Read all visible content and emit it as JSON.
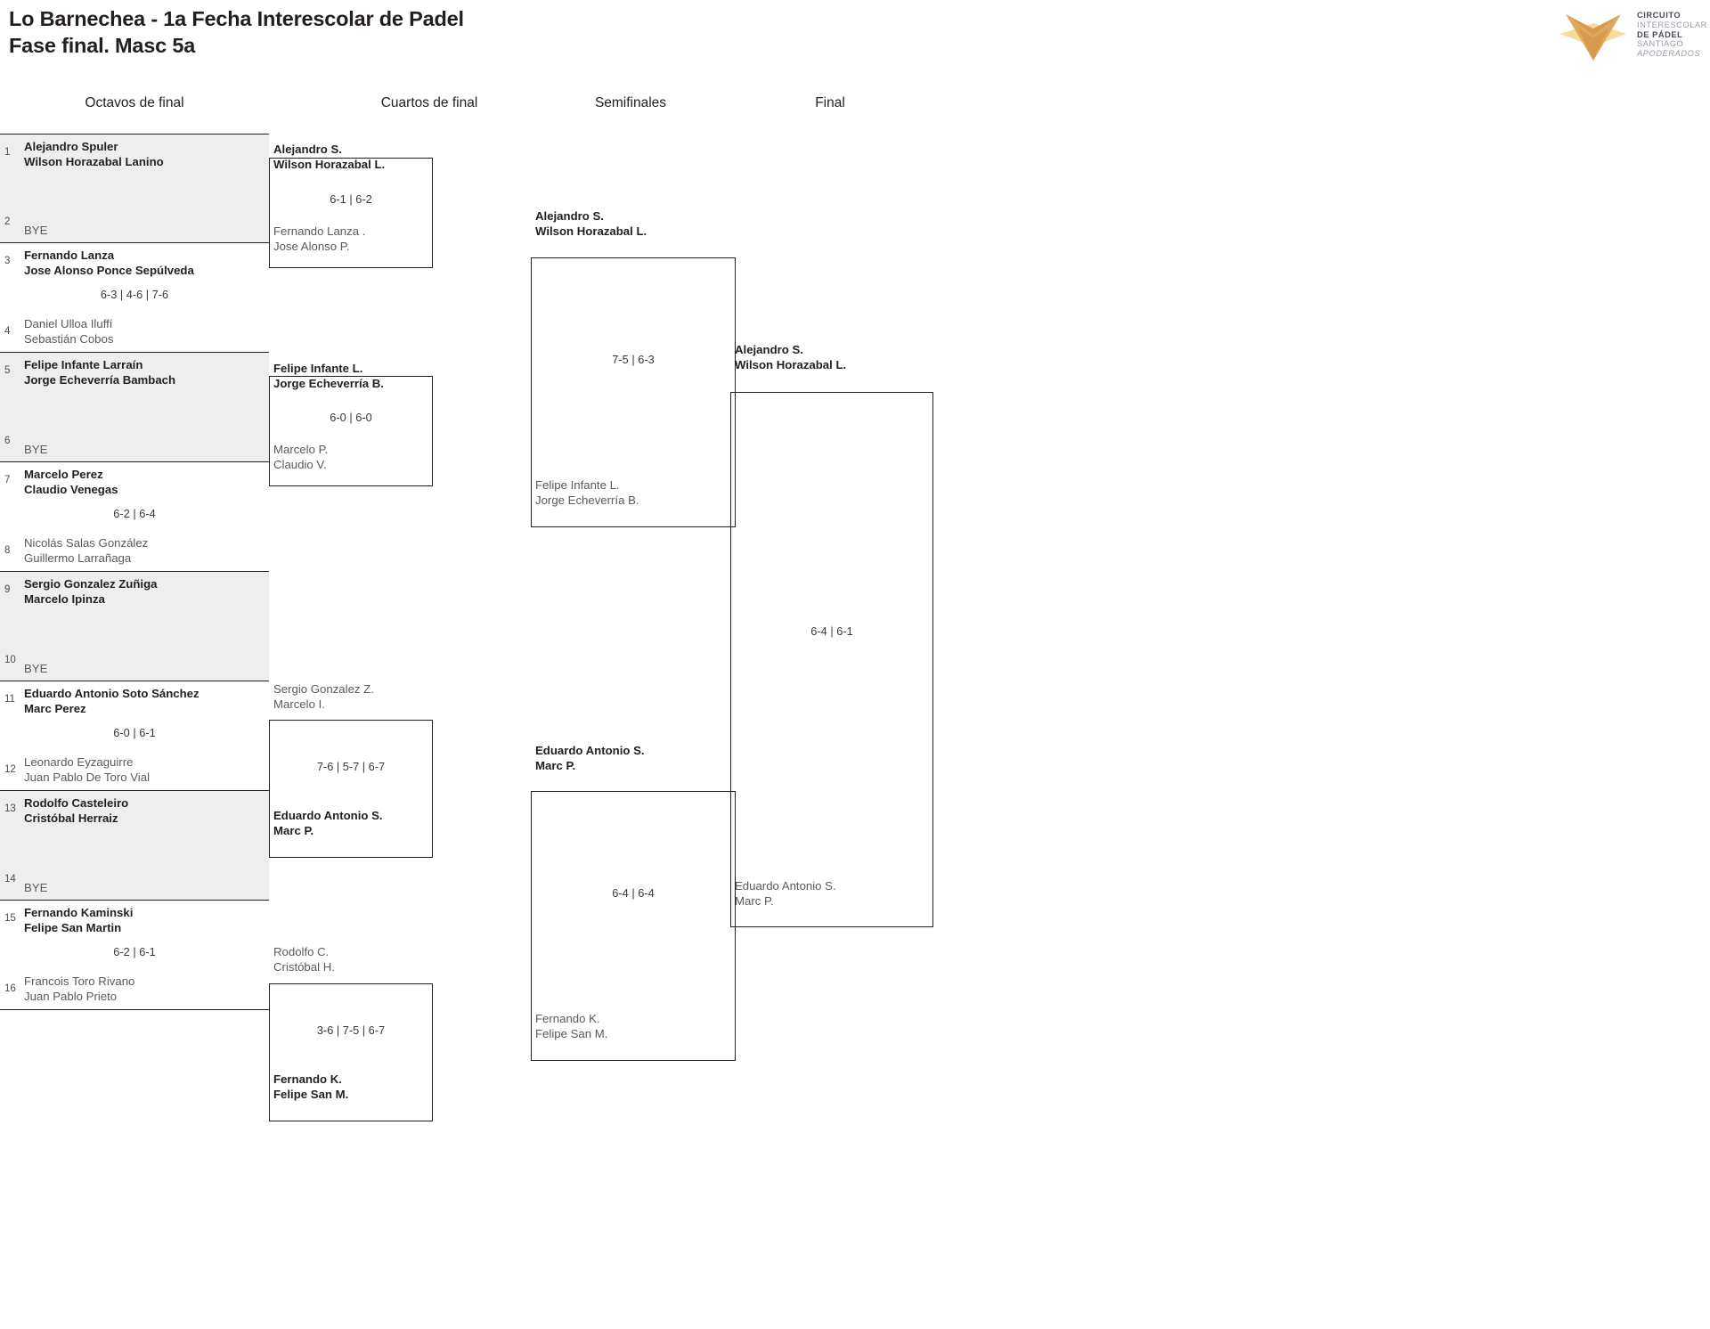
{
  "header": {
    "title_line1": "Lo Barnechea - 1a Fecha Interescolar de Padel",
    "title_line2": "Fase final. Masc 5a"
  },
  "logo": {
    "name": "circuito-interescolar-logo",
    "line1": "CIRCUITO",
    "line2": "INTERESCOLAR",
    "line3": "DE PÁDEL",
    "line4": "SANTIAGO",
    "line5": "APODERADOS",
    "color_dark": "#d79a4e",
    "color_mid": "#e0a95f",
    "color_light": "#f7dc9a"
  },
  "rounds": [
    {
      "label": "Octavos de final"
    },
    {
      "label": "Cuartos de final"
    },
    {
      "label": "Semifinales"
    },
    {
      "label": "Final"
    }
  ],
  "round1": [
    {
      "shaded": true,
      "seed_top": "1",
      "seed_bot": "2",
      "top": {
        "p1": "Alejandro Spuler",
        "p2": "Wilson Horazabal Lanino",
        "winner": true,
        "bye": false
      },
      "bot": {
        "p1": "BYE",
        "p2": "",
        "winner": false,
        "bye": true
      },
      "score": ""
    },
    {
      "shaded": false,
      "seed_top": "3",
      "seed_bot": "4",
      "top": {
        "p1": "Fernando Lanza",
        "p2": "Jose Alonso Ponce Sepúlveda",
        "winner": true,
        "bye": false
      },
      "bot": {
        "p1": "Daniel Ulloa Iluffí",
        "p2": "Sebastián Cobos",
        "winner": false,
        "bye": false
      },
      "score": "6-3 | 4-6 | 7-6"
    },
    {
      "shaded": true,
      "seed_top": "5",
      "seed_bot": "6",
      "top": {
        "p1": "Felipe Infante Larraín",
        "p2": "Jorge Echeverría Bambach",
        "winner": true,
        "bye": false
      },
      "bot": {
        "p1": "BYE",
        "p2": "",
        "winner": false,
        "bye": true
      },
      "score": ""
    },
    {
      "shaded": false,
      "seed_top": "7",
      "seed_bot": "8",
      "top": {
        "p1": "Marcelo Perez",
        "p2": "Claudio Venegas",
        "winner": true,
        "bye": false
      },
      "bot": {
        "p1": "Nicolás Salas González",
        "p2": "Guillermo Larrañaga",
        "winner": false,
        "bye": false
      },
      "score": "6-2 | 6-4"
    },
    {
      "shaded": true,
      "seed_top": "9",
      "seed_bot": "10",
      "top": {
        "p1": "Sergio Gonzalez Zuñiga",
        "p2": "Marcelo Ipinza",
        "winner": true,
        "bye": false
      },
      "bot": {
        "p1": "BYE",
        "p2": "",
        "winner": false,
        "bye": true
      },
      "score": ""
    },
    {
      "shaded": false,
      "seed_top": "11",
      "seed_bot": "12",
      "top": {
        "p1": "Eduardo Antonio Soto Sánchez",
        "p2": "Marc Perez",
        "winner": true,
        "bye": false
      },
      "bot": {
        "p1": "Leonardo Eyzaguirre",
        "p2": "Juan Pablo De Toro Vial",
        "winner": false,
        "bye": false
      },
      "score": "6-0 | 6-1"
    },
    {
      "shaded": true,
      "seed_top": "13",
      "seed_bot": "14",
      "top": {
        "p1": "Rodolfo Casteleiro",
        "p2": "Cristóbal Herraiz",
        "winner": true,
        "bye": false
      },
      "bot": {
        "p1": "BYE",
        "p2": "",
        "winner": false,
        "bye": true
      },
      "score": ""
    },
    {
      "shaded": false,
      "seed_top": "15",
      "seed_bot": "16",
      "top": {
        "p1": "Fernando Kaminski",
        "p2": "Felipe San Martin",
        "winner": true,
        "bye": false
      },
      "bot": {
        "p1": "Francois Toro Rivano",
        "p2": "Juan Pablo Prieto",
        "winner": false,
        "bye": false
      },
      "score": "6-2 | 6-1"
    }
  ],
  "quarterfinals": [
    {
      "top": {
        "p1": "Alejandro S.",
        "p2": "Wilson Horazabal L.",
        "winner": true
      },
      "bot": {
        "p1": "Fernando Lanza .",
        "p2": "Jose Alonso P.",
        "winner": false
      },
      "score": "6-1 | 6-2"
    },
    {
      "top": {
        "p1": "Felipe Infante L.",
        "p2": "Jorge Echeverría B.",
        "winner": true
      },
      "bot": {
        "p1": "Marcelo P.",
        "p2": "Claudio V.",
        "winner": false
      },
      "score": "6-0 | 6-0"
    },
    {
      "top": {
        "p1": "Sergio Gonzalez Z.",
        "p2": "Marcelo I.",
        "winner": false
      },
      "bot": {
        "p1": "Eduardo Antonio S.",
        "p2": "Marc P.",
        "winner": true
      },
      "score": "7-6 | 5-7 | 6-7"
    },
    {
      "top": {
        "p1": "Rodolfo C.",
        "p2": "Cristóbal H.",
        "winner": false
      },
      "bot": {
        "p1": "Fernando K.",
        "p2": "Felipe San M.",
        "winner": true
      },
      "score": "3-6 | 7-5 | 6-7"
    }
  ],
  "semifinals": [
    {
      "top": {
        "p1": "Alejandro S.",
        "p2": "Wilson Horazabal L.",
        "winner": true
      },
      "bot": {
        "p1": "Felipe Infante L.",
        "p2": "Jorge Echeverría B.",
        "winner": false
      },
      "score": "7-5 | 6-3"
    },
    {
      "top": {
        "p1": "Eduardo Antonio S.",
        "p2": "Marc P.",
        "winner": true
      },
      "bot": {
        "p1": "Fernando K.",
        "p2": "Felipe San M.",
        "winner": false
      },
      "score": "6-4 | 6-4"
    }
  ],
  "final": [
    {
      "top": {
        "p1": "Alejandro S.",
        "p2": "Wilson Horazabal L.",
        "winner": true
      },
      "bot": {
        "p1": "Eduardo Antonio S.",
        "p2": "Marc P.",
        "winner": false
      },
      "score": "6-4 | 6-1"
    }
  ]
}
